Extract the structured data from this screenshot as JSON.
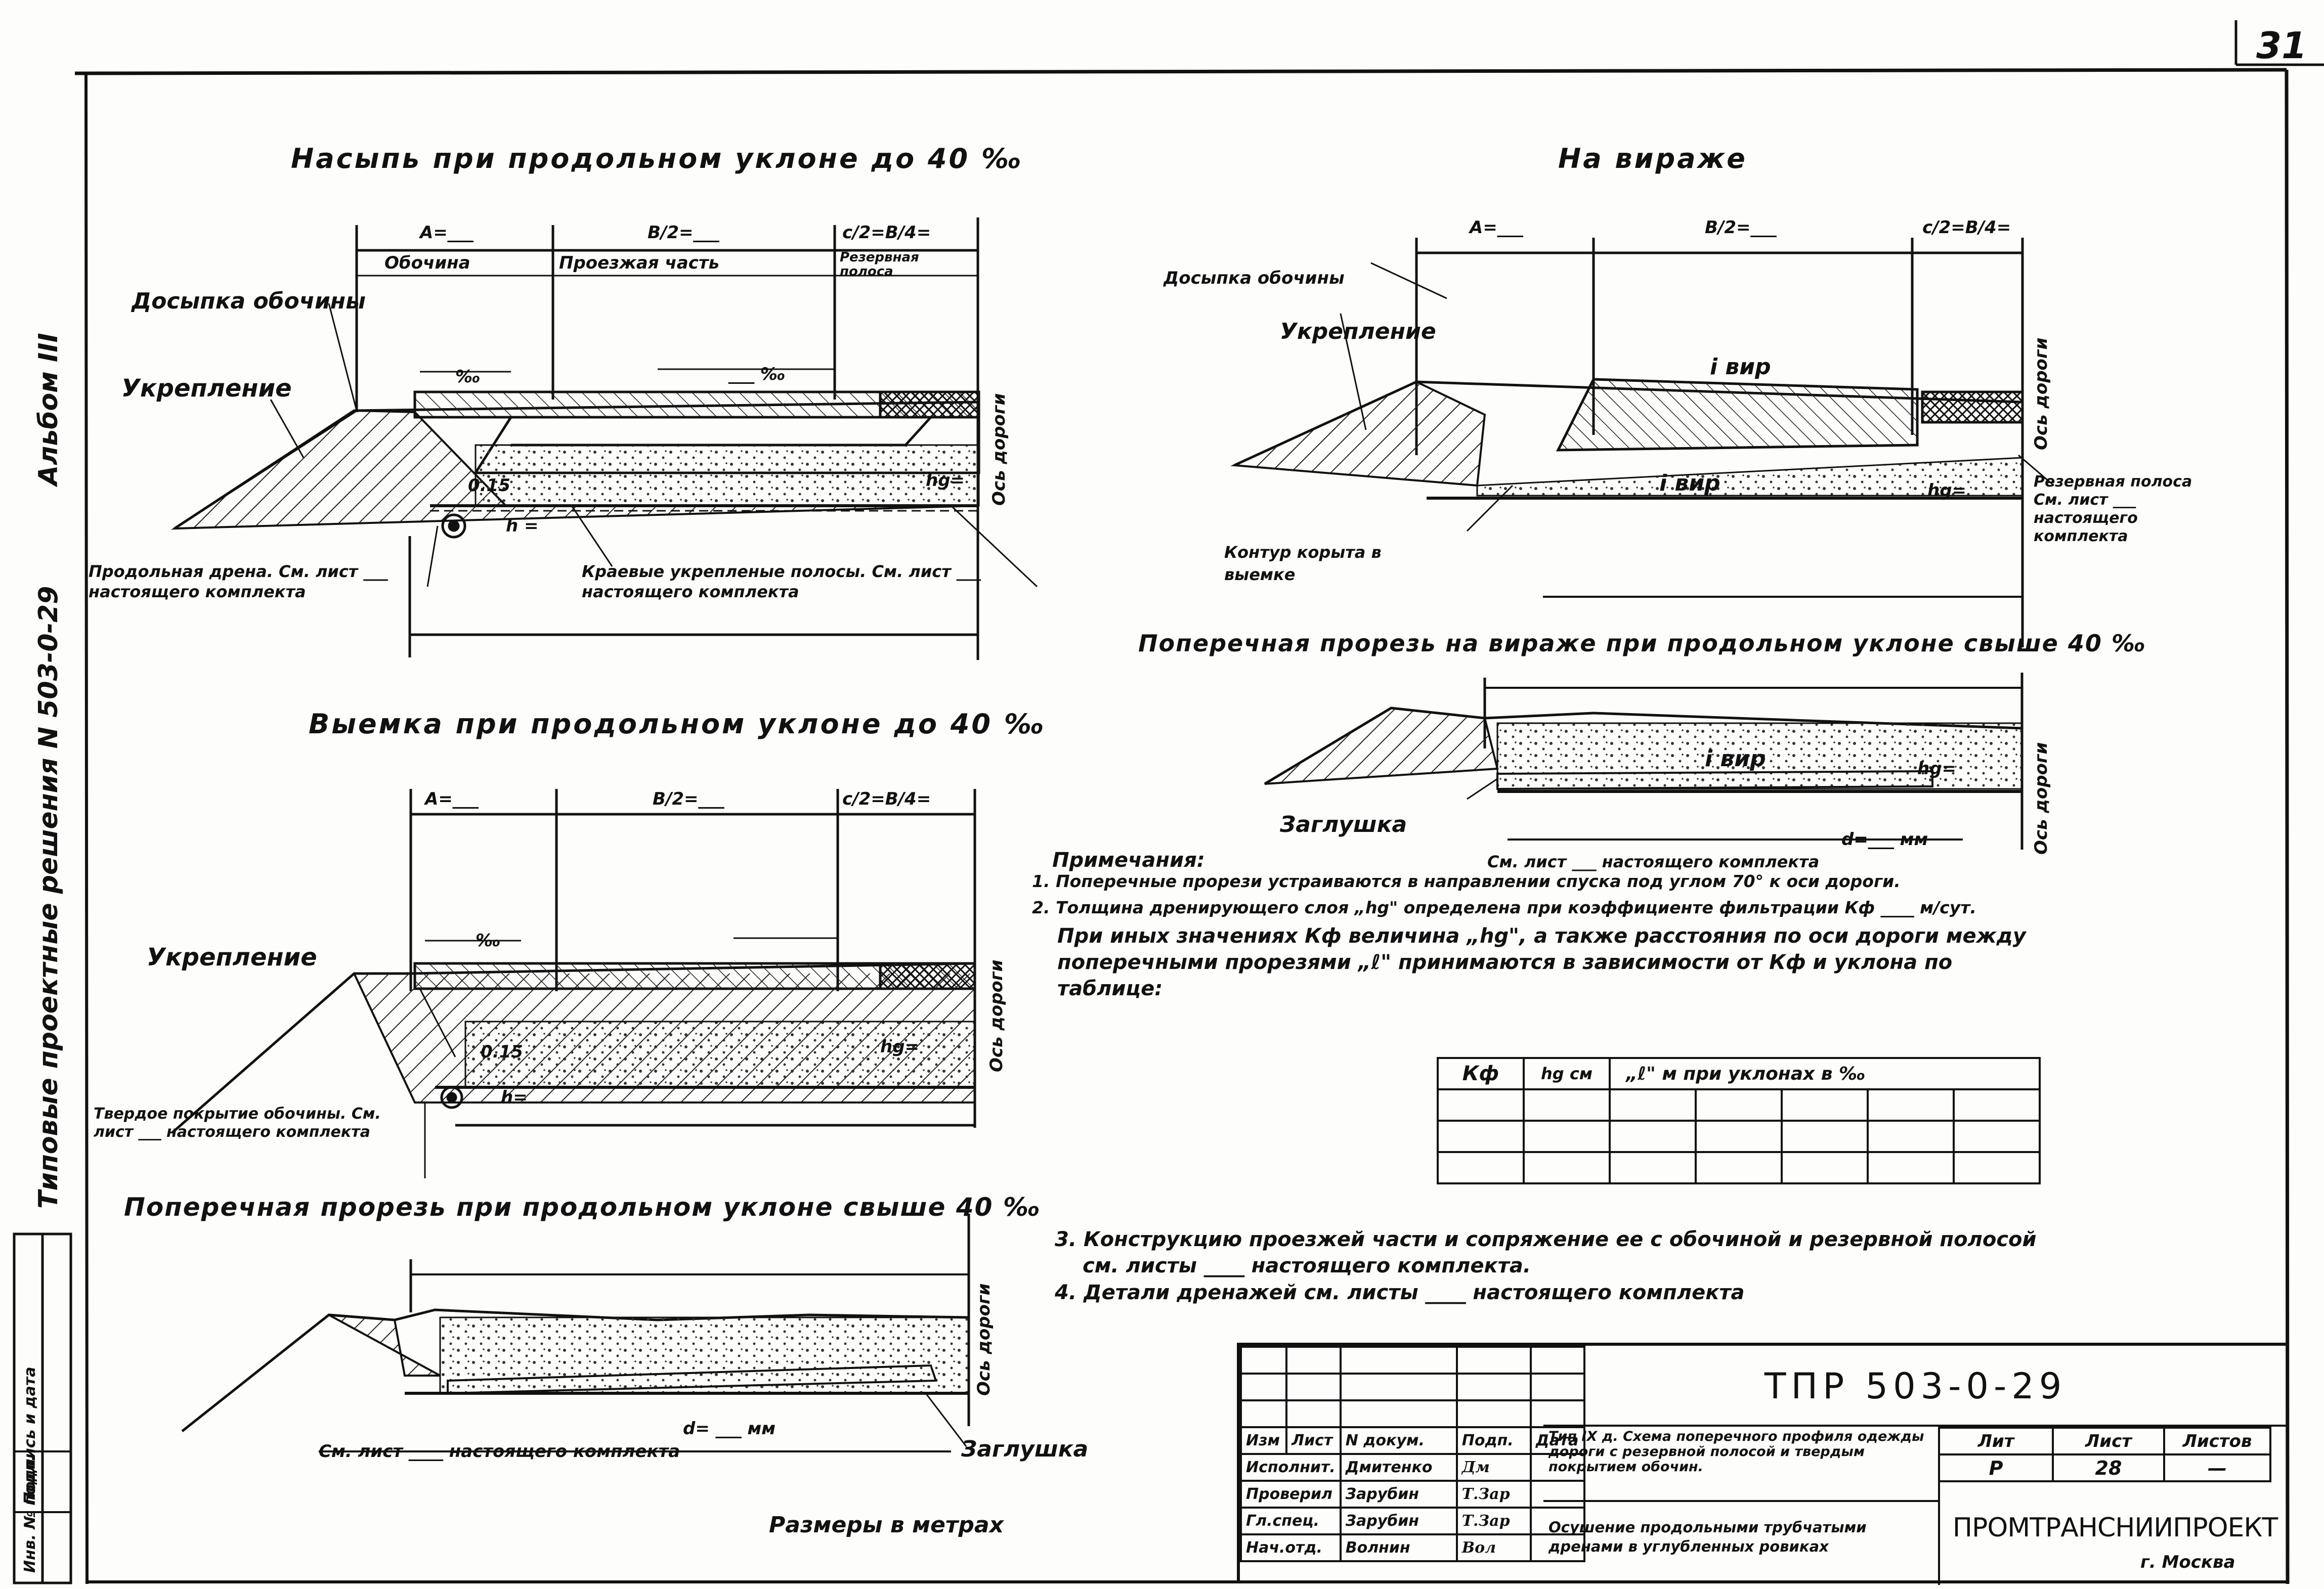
{
  "sheet": {
    "number_corner": "31",
    "side_album": "Альбом III",
    "side_series": "Типовые проектные решения N 503-0-29"
  },
  "fig1": {
    "title": "Насыпь при продольном уклоне до 40 ‰",
    "dim_a": "A=___",
    "dim_b2": "B/2=___",
    "dim_c": "c/2=B/4=",
    "obochina": "Обочина",
    "proezzhaya": "Проезжая часть",
    "rezerv": "Резервная полоса",
    "dosypka": "Досыпка обочины",
    "ukreplenie": "Укрепление",
    "permille1": "‰",
    "permille2": "___ ‰",
    "v015": "0.15",
    "h": "h =",
    "hg": "hg=",
    "axis": "Ось дороги",
    "drain_note": "Продольная дрена. См. лист ___ настоящего комплекта",
    "edge_note": "Краевые укрепленые полосы. См. лист ___ настоящего комплекта"
  },
  "fig2": {
    "title": "Выемка при продольном уклоне до 40 ‰",
    "dim_a": "A=___",
    "dim_b2": "B/2=___",
    "dim_c": "c/2=B/4=",
    "ukreplenie": "Укрепление",
    "v015": "0.15",
    "h": "h=",
    "hg": "hg=",
    "axis": "Ось дороги",
    "note": "Твердое покрытие обочины. См. лист ___ настоящего комплекта",
    "permille": "‰"
  },
  "fig3": {
    "title": "Поперечная прорезь при продольном уклоне свыше 40 ‰",
    "d": "d= ___ мм",
    "sheet_ref": "См. лист ____ настоящего комплекта",
    "zaglushka": "Заглушка",
    "axis": "Ось дороги"
  },
  "fig4": {
    "title": "На вираже",
    "dim_a": "A=___",
    "dim_b2": "B/2=___",
    "dim_c": "c/2=B/4=",
    "dosypka": "Досыпка обочины",
    "ukreplenie": "Укрепление",
    "i_vir": "i вир",
    "hg": "hg=",
    "axis": "Ось дороги",
    "rezerv_note": "Резервная полоса См. лист ___ настоящего комплекта",
    "kontur": "Контур корыта в выемке"
  },
  "fig5": {
    "title": "Поперечная прорезь на вираже при продольном уклоне свыше 40 ‰",
    "i_vir": "i вир",
    "hg": "hg=",
    "zaglushka": "Заглушка",
    "sheet_ref": "См. лист ___ настоящего комплекта",
    "d": "d=___ мм",
    "axis": "Ось дороги"
  },
  "notes": {
    "heading": "Примечания:",
    "n1": "1. Поперечные прорези устраиваются в направлении спуска под углом 70° к оси дороги.",
    "n2a": "2. Толщина дренирующего слоя „hg\" определена при коэффициенте фильтрации Кф ____ м/сут.",
    "n2b": "При иных значениях Кф величина „hg\", а также расстояния по оси дороги между",
    "n2c": "поперечными прорезями „ℓ\" принимаются в зависимости от Кф и уклона по",
    "n2d": "таблице:",
    "n3a": "3. Конструкцию проезжей части и сопряжение ее с обочиной и резервной полосой",
    "n3b": "см. листы ____ настоящего комплекта.",
    "n4": "4. Детали дренажей см. листы ____ настоящего комплекта"
  },
  "kf_table": {
    "col1": "Кф",
    "col2": "hg см",
    "col3": "„ℓ\" м при уклонах в ‰"
  },
  "units_note": "Размеры в метрах",
  "title_block": {
    "code": "ТПР 503-0-29",
    "heads": [
      "Изм",
      "Лист",
      "N докум.",
      "Подп.",
      "Дата"
    ],
    "rows": [
      [
        "Исполнит.",
        "Дмитенко",
        "Дм"
      ],
      [
        "Проверил",
        "Зарубин",
        "Т.Зар"
      ],
      [
        "Гл.спец.",
        "Зарубин",
        "Т.Зар"
      ],
      [
        "Нач.отд.",
        "Волнин",
        "Вол"
      ]
    ],
    "desc1": "Тип IX д. Схема поперечного профиля одежды дороги с резервной полосой и твердым покрытием обочин.",
    "desc2": "Осушение продольными трубчатыми дренами в углубленных ровиках",
    "lit_h": "Лит",
    "list_h": "Лист",
    "listov_h": "Листов",
    "lit_v": "Р",
    "list_v": "28",
    "listov_v": "—",
    "org": "ПРОМТРАНСНИИПРОЕКТ",
    "city": "г. Москва"
  },
  "left_block": [
    "Инв. № подл.",
    "Подпись и дата"
  ]
}
